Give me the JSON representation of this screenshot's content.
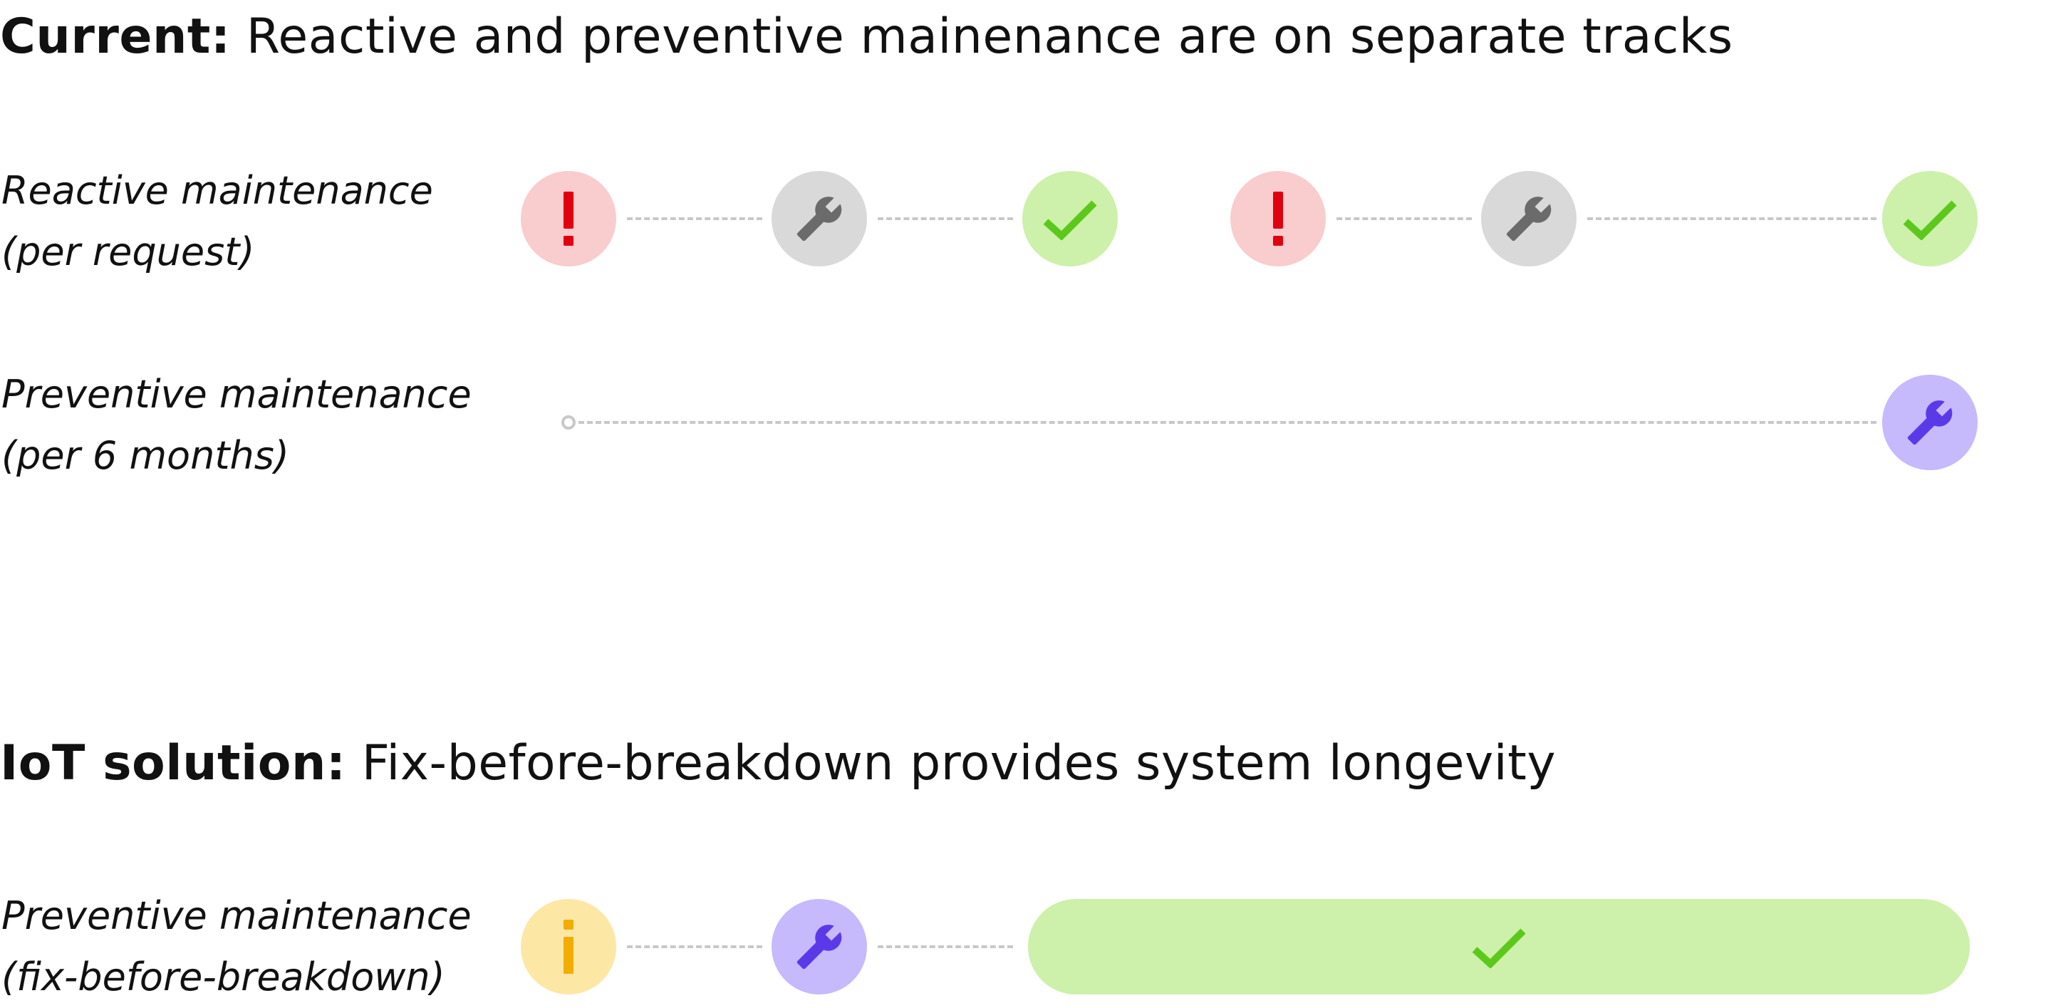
{
  "headings": {
    "current": {
      "bold": "Current:",
      "rest": " Reactive and preventive mainenance are on separate tracks"
    },
    "iot": {
      "bold": "IoT solution:",
      "rest": " Fix-before-breakdown provides system longevity"
    }
  },
  "rows": {
    "reactive": {
      "line1": "Reactive maintenance",
      "line2": "(per request)"
    },
    "preventive": {
      "line1": "Preventive maintenance",
      "line2": "(per 6 months)"
    },
    "iot": {
      "line1": "Preventive maintenance",
      "line2": "(fix-before-breakdown)"
    }
  },
  "icons": {
    "alert": "exclamation-icon",
    "repair": "wrench-icon",
    "done": "checkmark-icon",
    "info": "info-icon",
    "start": "start-dot"
  },
  "colors": {
    "alert_bg": "#f9cccd",
    "alert_fg": "#e0000f",
    "repair_bg": "#d9d9da",
    "repair_fg": "#6b6b6b",
    "done_bg": "#cdf0aa",
    "done_fg": "#5dc81c",
    "preventive_bg": "#c6b9fc",
    "preventive_fg": "#5a3ae8",
    "info_bg": "#fce7a5",
    "info_fg": "#f2ad00",
    "connector": "#c8c8c8"
  }
}
